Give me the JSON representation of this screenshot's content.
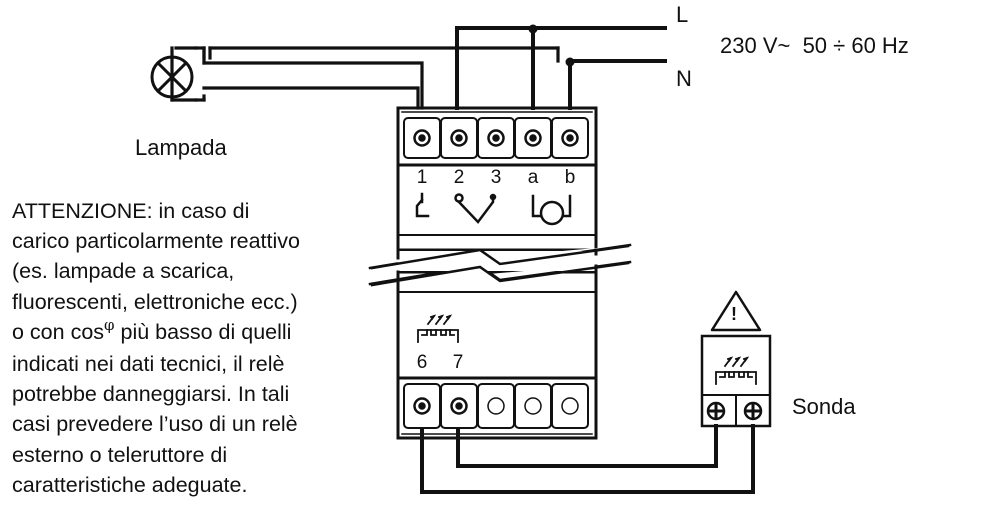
{
  "supply": {
    "line_label": "L",
    "neutral_label": "N",
    "voltage_text": "230 V~  50 ÷ 60 Hz"
  },
  "lamp": {
    "label": "Lampada"
  },
  "device": {
    "top_terminals": [
      "1",
      "2",
      "3",
      "a",
      "b"
    ],
    "bottom_terminals": [
      "6",
      "7"
    ]
  },
  "probe": {
    "label": "Sonda",
    "warning_symbol": "!"
  },
  "warning": {
    "lines": [
      "ATTENZIONE: in caso di",
      "carico particolarmente reattivo",
      "(es. lampade a scarica,",
      "fluorescenti, elettroniche ecc.)",
      "o con cos",
      "indicati nei dati tecnici, il relè",
      "potrebbe danneggiarsi. In tali",
      "casi prevedere l’uso di un relè",
      "esterno o teleruttore di",
      "caratteristiche adeguate."
    ],
    "phi_symbol": "φ",
    "line5_rest": " più basso di quelli"
  },
  "colors": {
    "ink": "#111111",
    "background": "#ffffff"
  }
}
